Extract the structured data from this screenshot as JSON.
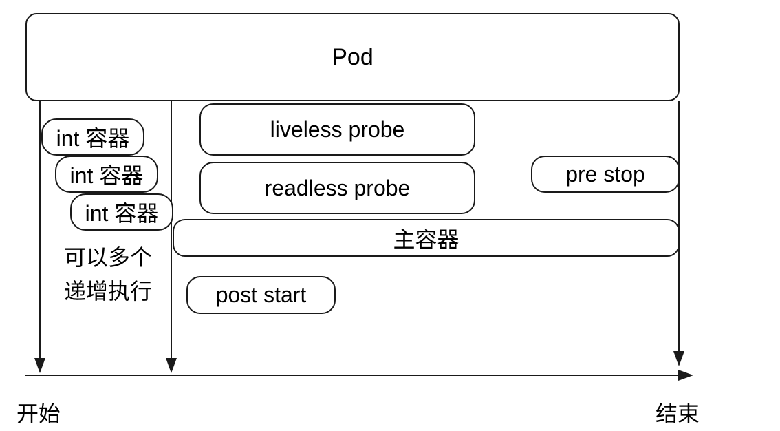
{
  "pod": {
    "label": "Pod"
  },
  "init_containers": [
    {
      "label": "int 容器"
    },
    {
      "label": "int 容器"
    },
    {
      "label": "int 容器"
    }
  ],
  "init_note": {
    "lines": [
      "可以多个",
      "递增执行"
    ]
  },
  "probes": {
    "liveness": "liveless probe",
    "readiness": "readless probe"
  },
  "hooks": {
    "pre_stop": "pre stop",
    "post_start": "post start"
  },
  "main_container": {
    "label": "主容器"
  },
  "timeline": {
    "start_label": "开始",
    "end_label": "结束"
  },
  "colors": {
    "stroke": "#1a1a1a",
    "text": "#000000",
    "background": "#ffffff"
  }
}
